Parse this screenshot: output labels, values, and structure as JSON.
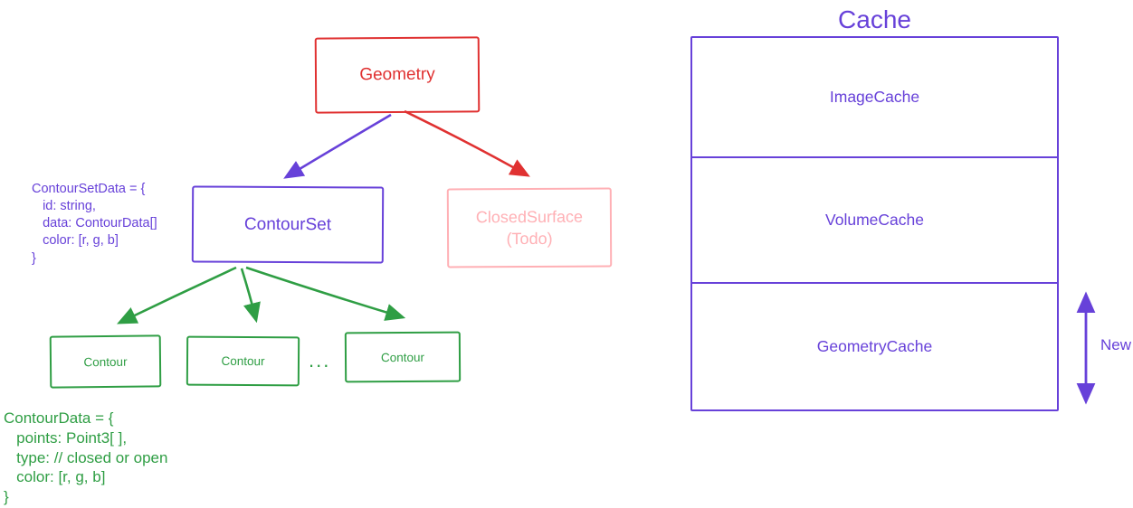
{
  "colors": {
    "red": "#e03131",
    "purple": "#6741d9",
    "pink": "#ffb0b5",
    "green": "#2f9e44"
  },
  "tree": {
    "geometry_label": "Geometry",
    "contourset_label": "ContourSet",
    "closedsurface_label": "ClosedSurface\n(Todo)",
    "contours": [
      "Contour",
      "Contour",
      "Contour"
    ],
    "ellipsis": "...",
    "contourset_data_code": "ContourSetData = {\n   id: string,\n   data: ContourData[]\n   color: [r, g, b]\n}",
    "contour_data_code": "ContourData = {\n   points: Point3[ ],\n   type: // closed or open\n   color: [r, g, b]\n}"
  },
  "cache": {
    "title": "Cache",
    "sections": [
      "ImageCache",
      "VolumeCache",
      "GeometryCache"
    ],
    "new_label": "New"
  }
}
